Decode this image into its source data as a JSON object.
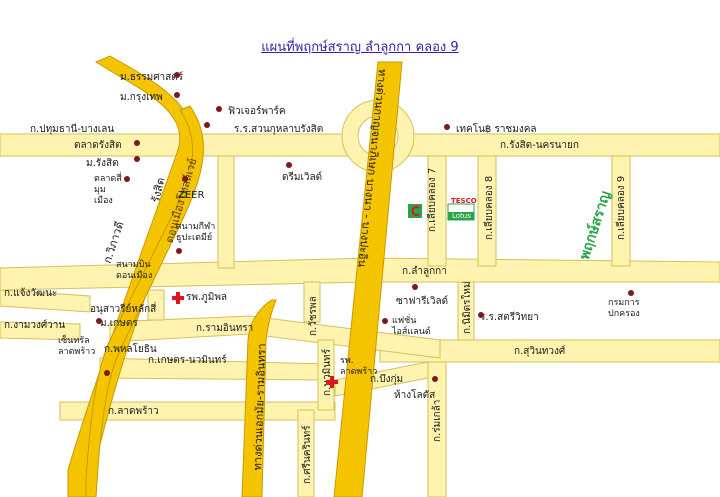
{
  "map": {
    "title": "แผนที่พฤกษ์สราญ ลำลูกกา คลอง 9",
    "roads": {
      "pathum_bangkhen": "ก.ปทุมธานี-บางเลน",
      "rangsit_nakhonnayok": "ก.รังสิต-นครนายก",
      "lamlukka": "ก.ลำลูกกา",
      "chaengwattana": "ก.แจ้งวัฒนะ",
      "ngamwongwan": "ก.งามวงศ์วาน",
      "ramintra": "ก.รามอินทรา",
      "kaset_nawamin": "ก.เกษตร-นวมินทร์",
      "latphrao": "ก.ลาดพร้าว",
      "sukhonthasawat": "ก.สุวินทวงศ์",
      "phahonyothin": "ก.พหลโยธิน",
      "viphawadi": "ก.วิภาวดี",
      "rangsit": "รังสิต",
      "donmueang_tollway": "ดอนเมืองโทลล์เวย์",
      "ekkamai_ramintra": "ทางด่วนเอกมัย-รามอินทรา",
      "kanchana_bangna": "ทางด่วนกาญจนาภิเษก บางนา - บางปะอิน",
      "watcharaphon": "ก.วัชรพล",
      "nawamin": "ก.นวมินทร์",
      "srinakarin": "ก.ศรีนครินทร์",
      "khlong7": "ก.เลียบคลอง 7",
      "khlong8": "ก.เลียบคลอง 8",
      "khlong9": "ก.เลียบคลอง 9",
      "nimitmai": "ก.นิมิตรใหม่",
      "ramkhamhaeng": "ก.ร่มเกล้า",
      "bueng_kum": "ก.บึงกุ่ม"
    },
    "places": {
      "thammasat": "ม.ธรรมศาสตร์",
      "krungthep": "ม.กรุงเทพ",
      "future_park": "ฟิวเจอร์พาร์ค",
      "suankularb": "ร.ร.สวนกุหลาบรังสิต",
      "technology_rajamangala": "เทคโน฿ ราชมงคล",
      "talad_rangsit": "ตลาดรังสิต",
      "rangsit_u": "ม.รังสิต",
      "talad_si_mummueang": "ตลาดสี่\nมุมเมือง",
      "zeer": "ZEER",
      "dream_world": "ดรีมเวิลด์",
      "supachalasai": "สนามกีฬา\nธูปะเตมีย์",
      "donmueang_airport": "สนามบิน\nดอนเมือง",
      "bhumibol": "รพ.ภูมิพล",
      "victory": "อนุสาวรีย์หลักสี่",
      "kasetsart": "ม.เกษตร",
      "central_latphrao": "เซ็นทรัล\nลาดพร้าว",
      "safari_world": "ซาฟารีเวิลด์",
      "fashion_island": "แฟชั่น\nไอส์แลนด์",
      "satriwitthaya": "ร.ร.สตรีวิทยา",
      "kromkan_pokkhrong": "กรมการ\nปกครอง",
      "hospital_latphrao": "รพ.\nลาดพร้าว",
      "the_mall_bangkapi": "ห้างโลตัส",
      "tesco": "TESCO",
      "lotus": "Lotus",
      "pruksaran": "พฤกษ์สราญ"
    },
    "colors": {
      "road": "#fff3b0",
      "road_edge": "#d6c05c",
      "expressway": "#f5c400",
      "expressway_edge": "#c99a00",
      "title": "#3a1aa8",
      "poi_dot": "#7a1a1a",
      "hospital": "#e0141c",
      "brand_green": "#2aa34a"
    }
  }
}
